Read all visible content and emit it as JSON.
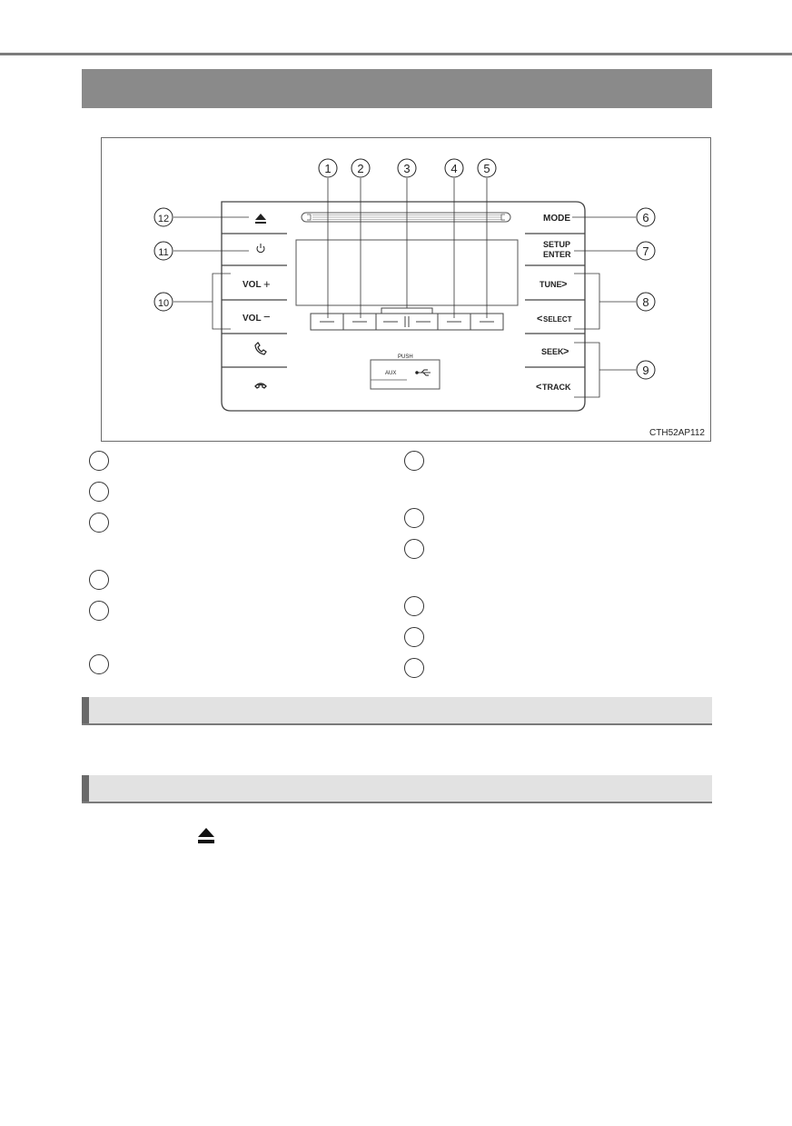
{
  "figure": {
    "code": "CTH52AP112",
    "callouts": [
      "1",
      "2",
      "3",
      "4",
      "5",
      "6",
      "7",
      "8",
      "9",
      "10",
      "11",
      "12"
    ],
    "panel_labels": {
      "mode": "MODE",
      "setup": "SETUP",
      "enter": "ENTER",
      "tune": "TUNE",
      "select": "SELECT",
      "seek": "SEEK",
      "track": "TRACK",
      "vol_plus": "VOL",
      "vol_minus": "VOL",
      "push": "PUSH",
      "aux": "AUX"
    }
  },
  "legend": {
    "left_count": 6,
    "right_count": 6
  },
  "icons": [
    "eject-icon",
    "power-icon",
    "phone-pickup-icon",
    "phone-hangup-icon",
    "usb-icon",
    "cd-slot-icon"
  ],
  "colors": {
    "title_bar": "#8a8a8a",
    "section_bar": "#e2e2e2",
    "rule": "#7c7c7c"
  }
}
